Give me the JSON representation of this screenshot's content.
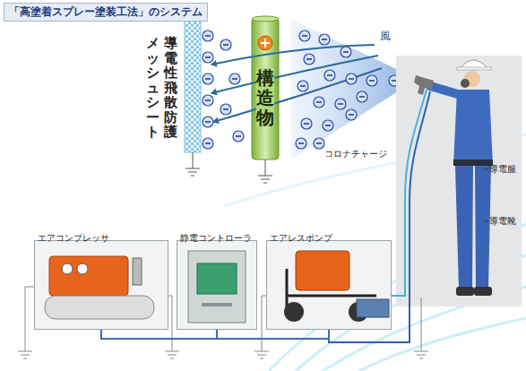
{
  "diagram": {
    "title": "「高塗着スプレー塗装工法」のシステム",
    "nodes": [
      {
        "text": [
          "構造物"
        ]
      },
      {
        "text": [
          "エアコンプレッサ"
        ]
      },
      {
        "text": [
          "静電コントローラ"
        ]
      },
      {
        "text": [
          "エアレスポンプ"
        ]
      }
    ],
    "edges": [
      {
        "from": 1,
        "to": 2,
        "arrow": "none"
      },
      {
        "from": 2,
        "to": 3,
        "arrow": "none"
      }
    ],
    "labels": [
      "導電性飛散防護 メッシュシート",
      "風",
      "コロナチャージ",
      "導電服",
      "導電靴"
    ]
  }
}
